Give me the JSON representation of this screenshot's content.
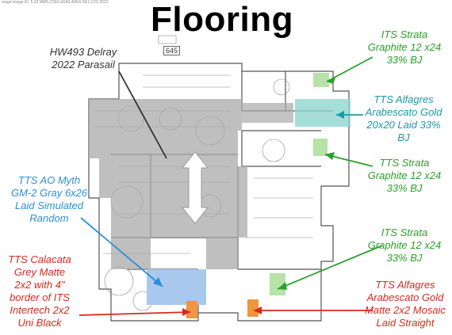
{
  "header": {
    "title": "Flooring",
    "tiny_text": "mage.image ID: 5:32 MM5-C5E0-40A0-A9E0-5E1-C22-2022"
  },
  "plan_tag": "645",
  "labels": {
    "project": [
      "HW493 Delray",
      "2022 Parasail"
    ],
    "strata_top": [
      "ITS Strata",
      "Graphite 12 x24",
      "33% BJ"
    ],
    "alfagres_gold": [
      "TTS Alfagres",
      "Arabescato Gold",
      "20x20 Laid 33%",
      "BJ"
    ],
    "strata_mid": [
      "TTS Strata",
      "Graphite 12 x24",
      "33% BJ"
    ],
    "ao_myth": [
      "TTS AO Myth",
      "GM-2 Gray 6x26",
      "Laid Simulated",
      "Random"
    ],
    "strata_low": [
      "ITS Strata",
      "Graphite 12 x24",
      "33% BJ"
    ],
    "calacata": [
      "TTS Calacata",
      "Grey Matte",
      "2x2 with 4\"",
      "border of ITS",
      "Intertech 2x2",
      "Uni Black"
    ],
    "alfagres_mosaic": [
      "TTS Alfagres",
      "Arabescato Gold",
      "Matte 2x2 Mosaic",
      "Laid Straight"
    ]
  },
  "colors": {
    "green": "#2aa12a",
    "teal": "#1b9aa6",
    "blue": "#2b8fd6",
    "red": "#d52a1e",
    "gray_fill": "#a9a9a9",
    "teal_fill": "#8fd6d0",
    "green_fill": "#b8e3a8",
    "blue_fill": "#a9c8ee",
    "orange_fill": "#f0963c"
  }
}
